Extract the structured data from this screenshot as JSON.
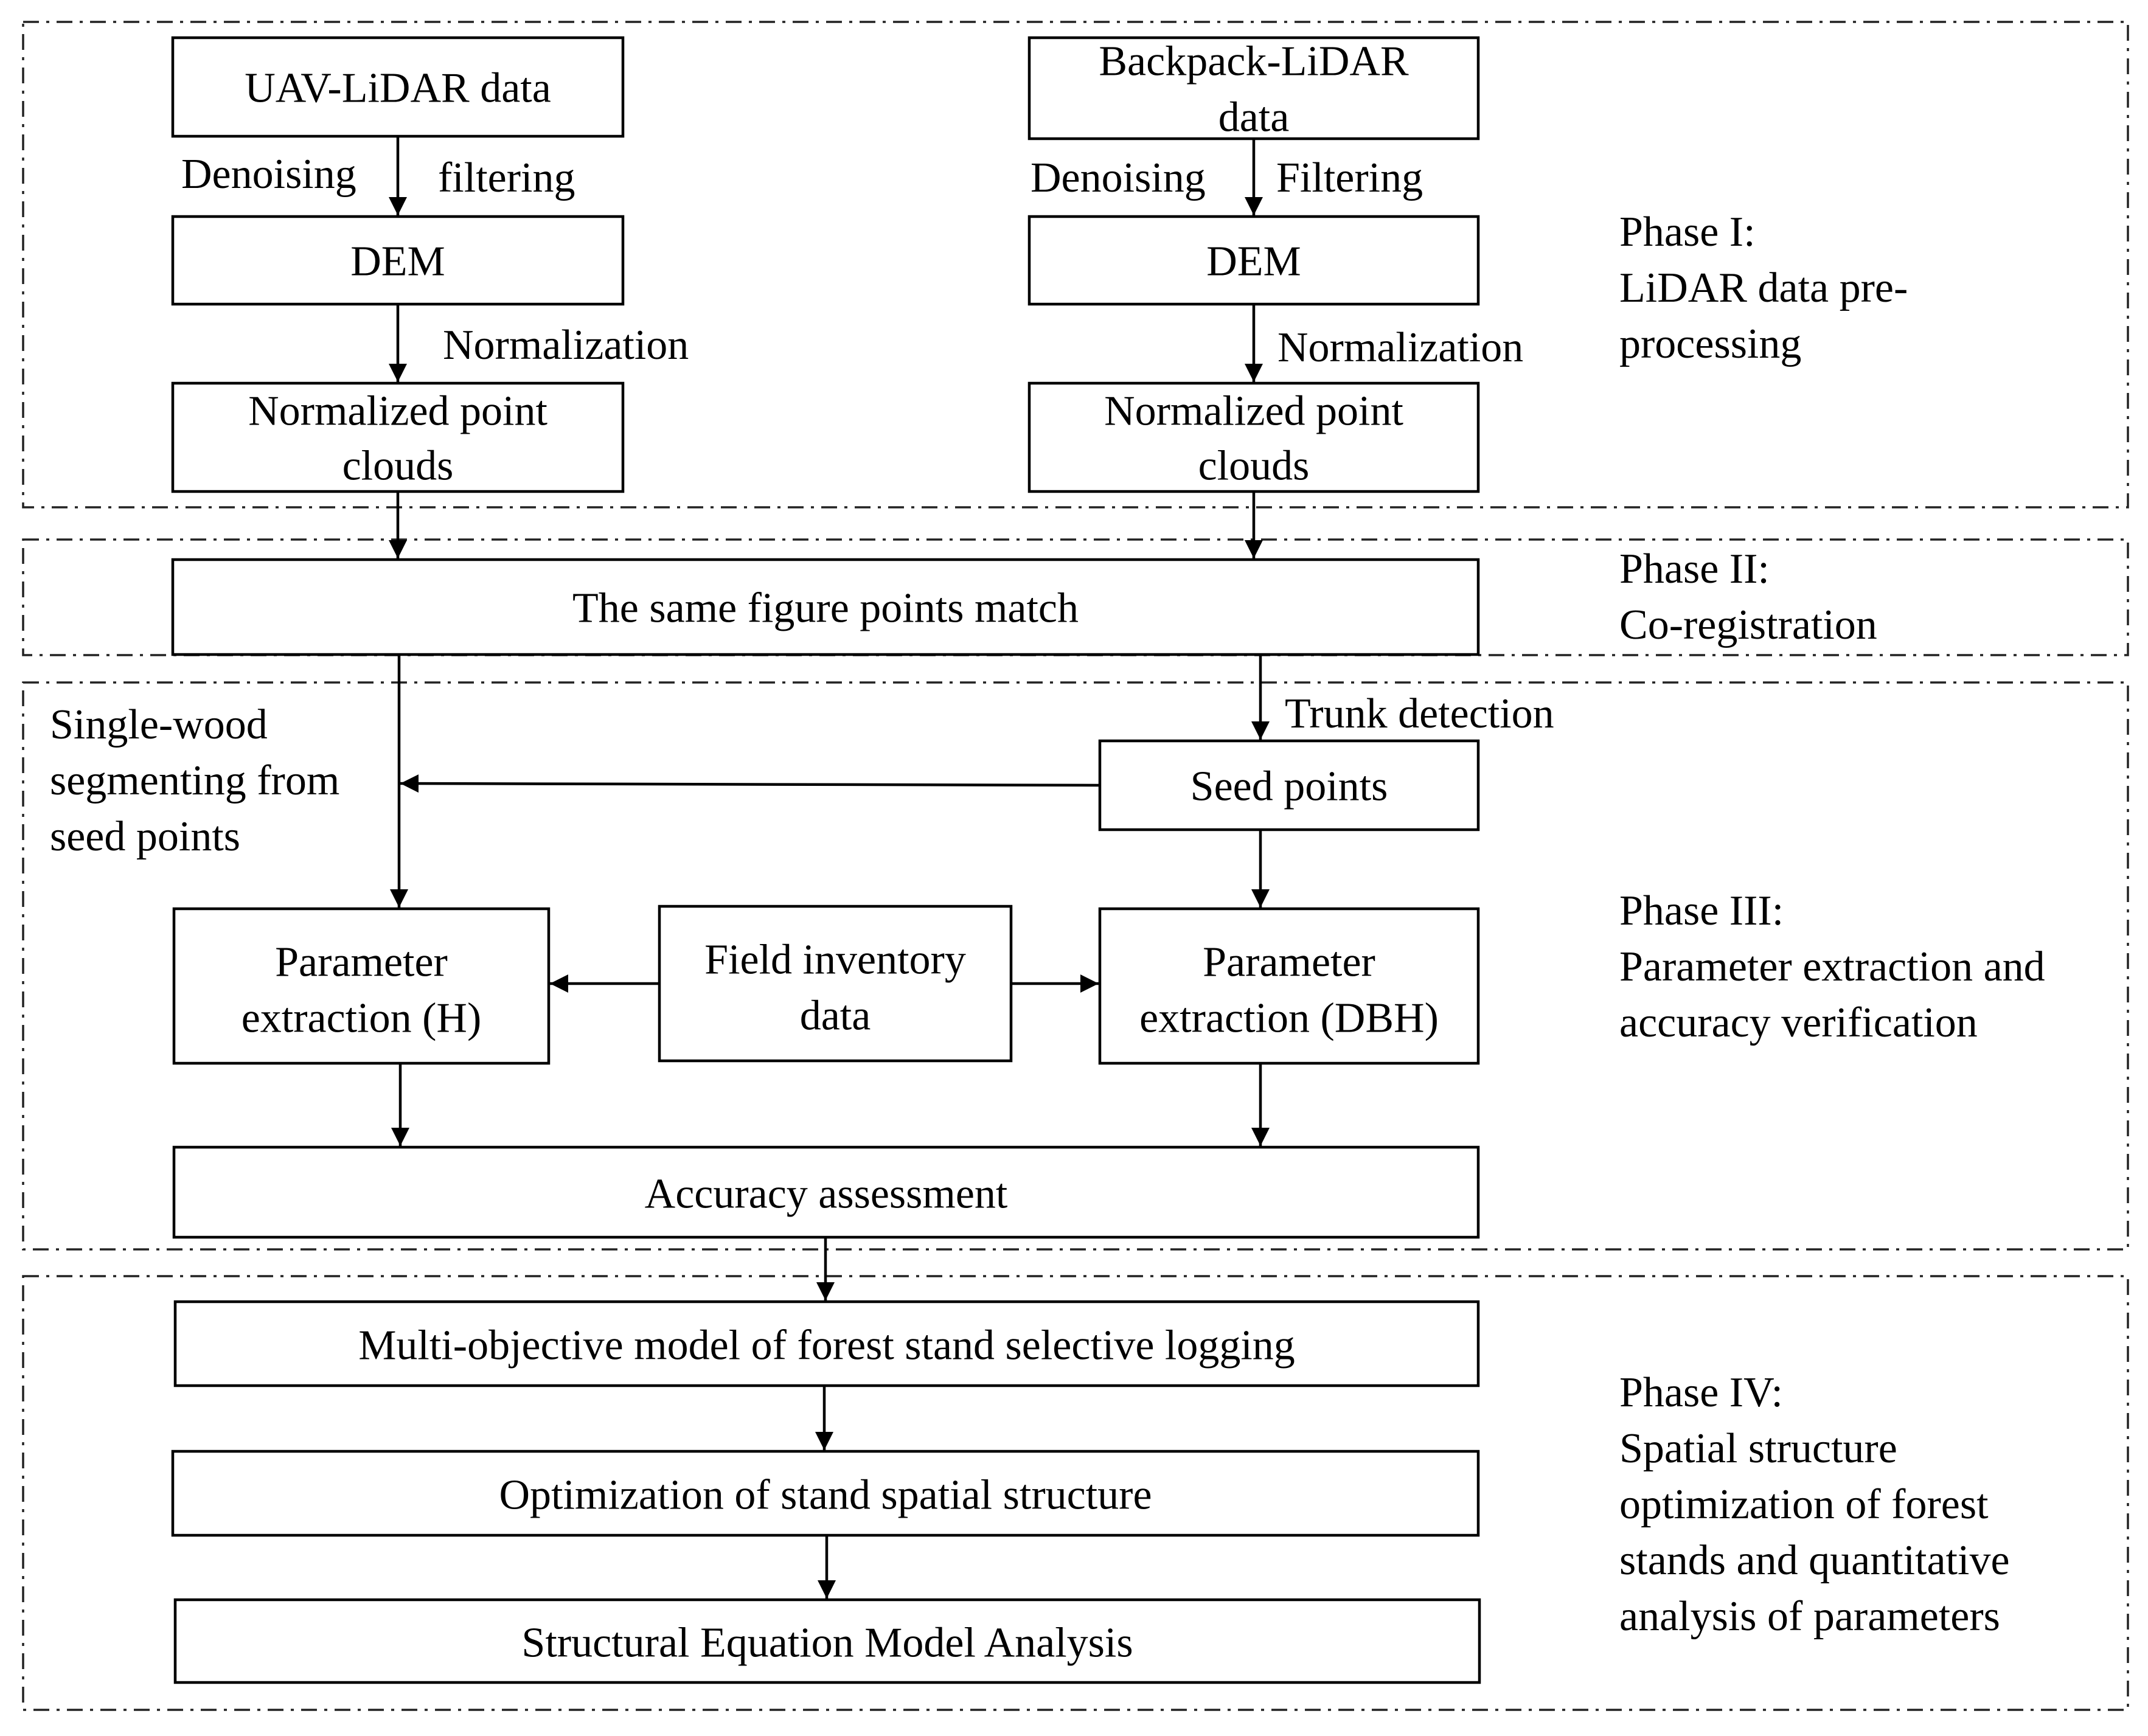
{
  "phases": {
    "p1": {
      "title": "Phase I:",
      "desc": [
        "LiDAR data pre-",
        "processing"
      ]
    },
    "p2": {
      "title": "Phase II:",
      "desc": [
        "Co-registration"
      ]
    },
    "p3": {
      "title": "Phase III:",
      "desc": [
        "Parameter extraction and",
        "accuracy verification"
      ]
    },
    "p4": {
      "title": "Phase IV:",
      "desc": [
        "Spatial structure",
        "optimization of forest",
        "stands and quantitative",
        "analysis of parameters"
      ]
    }
  },
  "boxes": {
    "uav_data": [
      "UAV-LiDAR data"
    ],
    "uav_dem": [
      "DEM"
    ],
    "uav_norm": [
      "Normalized point",
      "clouds"
    ],
    "bp_data": [
      "Backpack-LiDAR",
      "data"
    ],
    "bp_dem": [
      "DEM"
    ],
    "bp_norm": [
      "Normalized point",
      "clouds"
    ],
    "match": [
      "The same figure points match"
    ],
    "seed": [
      "Seed points"
    ],
    "param_h": [
      "Parameter",
      "extraction (H)"
    ],
    "field": [
      "Field inventory",
      "data"
    ],
    "param_dbh": [
      "Parameter",
      "extraction (DBH)"
    ],
    "accuracy": [
      "Accuracy assessment"
    ],
    "multi": [
      "Multi-objective model of forest stand selective logging"
    ],
    "optim": [
      "Optimization of stand spatial structure"
    ],
    "sem": [
      "Structural Equation Model Analysis"
    ]
  },
  "edge_labels": {
    "uav_denoising": "Denoising",
    "uav_filtering": "filtering",
    "uav_normalization": "Normalization",
    "bp_denoising": "Denoising",
    "bp_filtering": "Filtering",
    "bp_normalization": "Normalization",
    "trunk_detection": "Trunk detection",
    "single_wood": [
      "Single-wood",
      "segmenting from",
      "seed points"
    ]
  }
}
